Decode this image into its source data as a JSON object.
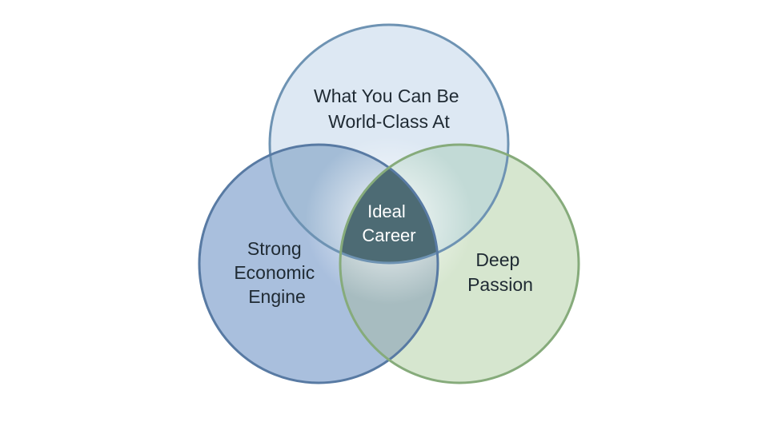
{
  "diagram": {
    "circles": [
      {
        "id": "top",
        "lines": [
          "What You Can Be",
          "World-Class At"
        ],
        "fill": "#dde8f3",
        "stroke": "#6e93b3"
      },
      {
        "id": "left",
        "lines": [
          "Strong",
          "Economic",
          "Engine"
        ],
        "fill": "#a9bfdd",
        "stroke": "#587aa3"
      },
      {
        "id": "right",
        "lines": [
          "Deep",
          "Passion"
        ],
        "fill": "#d6e6cf",
        "stroke": "#86ab7b"
      }
    ],
    "center": {
      "lines": [
        "Ideal",
        "Career"
      ],
      "fill": "#4d6b74"
    }
  }
}
